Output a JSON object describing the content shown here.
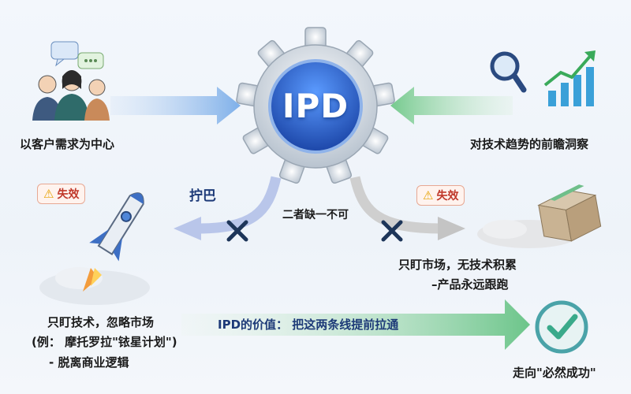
{
  "center": {
    "label": "IPD",
    "caption": "二者缺一不可"
  },
  "left_input": {
    "label": "以客户需求为中心"
  },
  "right_input": {
    "label": "对技术趋势的前瞻洞察"
  },
  "left_branch": {
    "tag": "拧巴",
    "warning": "失效",
    "lines": [
      "只盯技术，忽略市场",
      "(例：  摩托罗拉\"铱星计划\")",
      "- 脱离商业逻辑"
    ]
  },
  "right_branch": {
    "warning": "失效",
    "lines": [
      "只盯市场，无技术积累",
      "–产品永远跟跑"
    ]
  },
  "bottom": {
    "banner": "IPD的价值：    把这两条线提前拉通",
    "result": "走向\"必然成功\""
  },
  "colors": {
    "accent_blue": "#2a62c9",
    "accent_green": "#3aaa5a",
    "warning_red": "#c0392b",
    "cross": "#1d3559"
  },
  "icons": [
    "people-icon",
    "chat-bubble-icon",
    "magnifier-icon",
    "growth-chart-icon",
    "gear-icon",
    "rocket-icon",
    "cardboard-box-icon",
    "check-circle-icon",
    "warning-icon",
    "cross-icon"
  ]
}
